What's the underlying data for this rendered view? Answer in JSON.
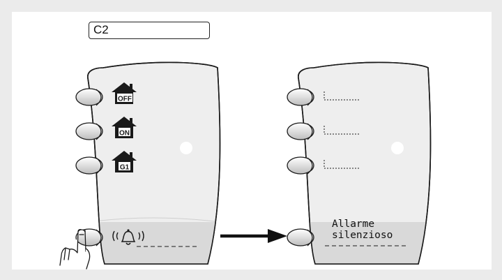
{
  "step_label": "C2",
  "remote_caption_line1": "Allarme",
  "remote_caption_line2": "silenzioso",
  "left_remote": {
    "buttons": [
      "off-button",
      "on-button",
      "g1-button",
      "alarm-button"
    ],
    "icon_labels": [
      "OFF",
      "ON",
      "G1"
    ],
    "alarm_icon": "bell-icon"
  },
  "right_remote": {
    "buttons": [
      "off-button",
      "on-button",
      "g1-button",
      "silent-alarm-button"
    ]
  },
  "colors": {
    "background": "#ebebeb",
    "panel": "#ffffff",
    "remote_body": "#eeeeee",
    "remote_bottom": "#dadada",
    "outline": "#1a1a1a"
  }
}
